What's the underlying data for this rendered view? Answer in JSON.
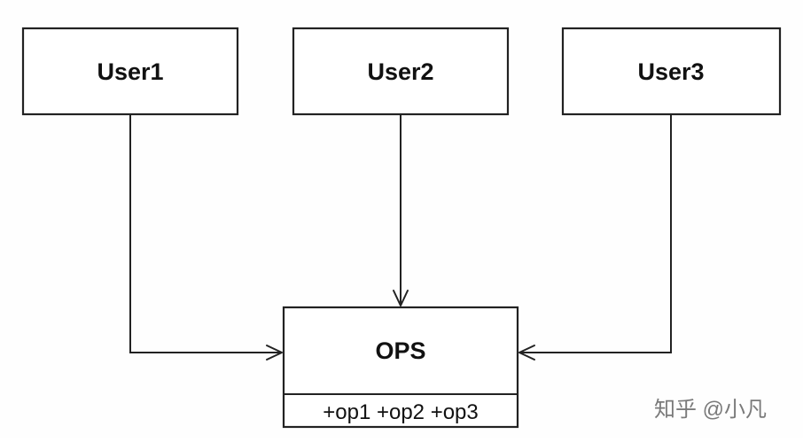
{
  "nodes": {
    "user1": {
      "label": "User1"
    },
    "user2": {
      "label": "User2"
    },
    "user3": {
      "label": "User3"
    },
    "ops": {
      "label": "OPS",
      "ops_line": "+op1 +op2 +op3"
    }
  },
  "edges": [
    {
      "from": "User1",
      "to": "OPS"
    },
    {
      "from": "User2",
      "to": "OPS"
    },
    {
      "from": "User3",
      "to": "OPS"
    }
  ],
  "watermark": {
    "text": "知乎 @小凡"
  }
}
